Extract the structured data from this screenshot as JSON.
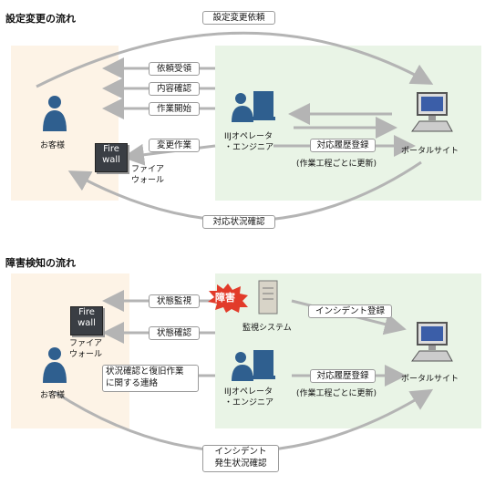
{
  "section1": {
    "title": "設定変更の流れ",
    "top_arc_label": "設定変更依頼",
    "bottom_arc_label": "対応状況確認",
    "customer_label": "お客様",
    "firewall_icon_text": "Fire wall",
    "firewall_label_line1": "ファイア",
    "firewall_label_line2": "ウォール",
    "steps": [
      "依頼受領",
      "内容確認",
      "作業開始",
      "変更作業"
    ],
    "operator_line1": "IIJオペレータ",
    "operator_line2": "・エンジニア",
    "history_label": "対応履歴登録",
    "history_sub": "(作業工程ごとに更新)",
    "portal_label": "ポータルサイト"
  },
  "section2": {
    "title": "障害検知の流れ",
    "firewall_icon_text": "Fire wall",
    "firewall_label_line1": "ファイア",
    "firewall_label_line2": "ウォール",
    "customer_label": "お客様",
    "status_monitor_label": "状態監視",
    "status_check_label": "状態確認",
    "recovery_line1": "状況確認と復旧作業",
    "recovery_line2": "に関する連絡",
    "fault_badge": "障害",
    "monitor_system_label": "監視システム",
    "incident_register_label": "インシデント登録",
    "operator_line1": "IIJオペレータ",
    "operator_line2": "・エンジニア",
    "history_label": "対応履歴登録",
    "history_sub": "(作業工程ごとに更新)",
    "portal_label": "ポータルサイト",
    "bottom_arc_line1": "インシデント",
    "bottom_arc_line2": "発生状況確認"
  },
  "colors": {
    "peach_bg": "#fdf3e6",
    "green_bg": "#e9f4e6",
    "person_fill": "#2f5f8f",
    "arrow_gray": "#b4b4b4",
    "fault_red": "#e23b2a"
  }
}
